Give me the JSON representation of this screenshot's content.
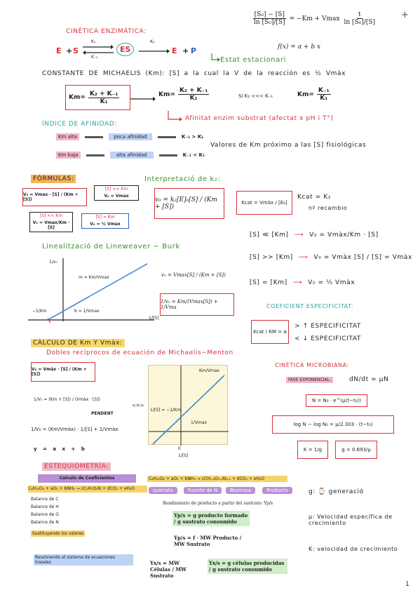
{
  "page_number": "1",
  "plus_symbol": "+",
  "cinetica": {
    "title": "CINÈTICA ENZIMÀTICA:",
    "reaction": {
      "e": "E",
      "plus1": "+",
      "s": "S",
      "es": "ES",
      "e2": "E",
      "plus2": "+",
      "p": "P",
      "k1": "K₁",
      "k_1": "K₋₁",
      "k2": "K₂"
    },
    "estat": "Estat estacionari",
    "top_eq_left": "[S₀] − [S]",
    "top_eq_left_den": "ln [S₀]/[S]",
    "top_eq_mid": "= −Km + Vmax",
    "top_eq_t": "t",
    "top_eq_t_den": "ln [S₀]/[S]",
    "fx": "f(x)  =  a  +  b  x"
  },
  "constante": {
    "text": "CONSTANTE DE MICHAELIS (Km): [S] a la cual la V de la reacción es ½ Vmàx",
    "km_box_lhs": "Km=",
    "km_box_num": "K₂ + K₋₁",
    "km_box_den": "K₁",
    "km2_lhs": "Km=",
    "km2_num": "K₂ + K₋₁",
    "km2_den": "K₁",
    "si": "Si K₂ <<<  K₋₁",
    "km3_lhs": "Km=",
    "km3_num": "K₋₁",
    "km3_den": "K₁",
    "afinitat": "Afinitat enzim substrat (afectat x pH i T°)"
  },
  "indice": {
    "title": "ÍNDICE DE AFINIDAD:",
    "row1_label": "Km alta",
    "row1_mid": "poca afinidad",
    "row1_right": "K₋₁ > K₁",
    "row2_label": "Km baja",
    "row2_mid": "alta afinidad",
    "row2_right": "K₋₁ < K₁",
    "valores": "Valores de Km próximo a las [S] fisiológicas"
  },
  "formulas": {
    "title": "FÓRMULAS:",
    "f1": "V₀ = Vmax · [S] / (Km + [S])",
    "f2_cond": "[S] >> Km",
    "f2": "V₀ = Vmax",
    "f3_cond": "[S] << Km",
    "f3": "V₀ = Vmax/Km · [S]",
    "f4_cond": "[S] = Km",
    "f4": "V₀ = ½ Vmax",
    "interpretacio": "Interpretació de k₂:",
    "v0_big": "v₀ = k₂[E]₀[S] / (Km + [S])",
    "kcat_box": "Kcat = Vmàx / [E₀]",
    "kcat_eq": "Kcat = K₂",
    "recambio": "nº recambio"
  },
  "lineweaver": {
    "title": "Linealització de Lineweaver − Burk",
    "yaxis": "1/v₀",
    "slope": "m = Km/Vmax",
    "intercept": "b = 1/Vmax",
    "xint": "−1/Km",
    "xaxis": "1/[S]",
    "eq1": "v₀ = Vmax[S] / (Km + [S])",
    "eq2": "1/v₀ = Km/(Vmax[S]) + 1/Vma"
  },
  "conditions": {
    "c1_lhs": "[S] ≪ [Km]",
    "c1_rhs": "V₀ = Vmàx/Km · [S]",
    "c2_lhs": "[S] >> [Km]",
    "c2_rhs": "V₀ = Vmàx [S] / [S] = Vmàx",
    "c3_lhs": "[S] = [Km]",
    "c3_rhs": "V₀ = ½ Vmàx",
    "coef_title": "COEFICIENT ESPECIFICITAT:",
    "coef_box": "Kcat / KM = α",
    "coef_up": "> ↑ ESPECIFICITAT",
    "coef_down": "< ↓ ESPECIFICITAT"
  },
  "calculo": {
    "title": "CÀLCULO DE Km Y Vmàx:",
    "dobles": "Dobles recíprocos de ecuación de Michaelis−Menton",
    "v0_box": "V₀ = Vmàx · [S] / (Km + [S])",
    "recip": "1/V₀ = (Km + [S]) / (Vmàx · [S])",
    "pendent": "PENDENT",
    "big_eq": "1/V₀ = (Km/Vmàx) · 1/[S] + 1/Vmàx",
    "yab": "y  =  a   x + b",
    "arrow_label": "<=>",
    "graph_slope": "Km/Vmax",
    "graph_xint": "1/[S] = −1/Km",
    "graph_yint": "1/Vmax",
    "graph_origin": "0",
    "graph_xaxis": "1/[S]"
  },
  "microbiana": {
    "title": "CINÈTICA MICROBIANA:",
    "fase": "FASE EXPONENCIAL:",
    "dn": "dN/dt = μN",
    "n_eq": "N = N₀ · e^(μ(t−t₀))",
    "log_eq": "log N − log N₀ = μ/2.303 · (t−t₀)",
    "k_eq": "K = 1/g",
    "g_eq": "g = 0.693/μ",
    "g_def": "g: ⌚ generació",
    "mu_def": "μ: Velocidad específica de crecimiento",
    "k_def": "K: velocidad de crecimiento"
  },
  "estequiometria": {
    "title": "ESTEQUIOMETRÍA:",
    "calc_header": "Calculo de Coeficientes",
    "reaction_row": "C₆H₁₂O₆ + aO₂ + bNH₃ → cC₅H₇O₂N + dCO₂ + eH₂O",
    "rows": [
      "Balance de C",
      "Balance de H",
      "Balance de O",
      "Balance de N"
    ],
    "note1": "Sustituyendo los valores",
    "note2": "Resolviendo el sistema de ecuaciones lineales",
    "chem_top": "C₆H₁₂O₆ + aO₂ + bNH₃ → cCH₁.₈O₀.₅N₀.₂ + dCO₂ + eH₂O",
    "tag_sustrato": "sustrato",
    "tag_fuente": "Fuente de N",
    "tag_biomasa": "Biomasa",
    "tag_producto": "Producto",
    "rendimiento": "Rendimiento de producto a partir del sustrato: Yp/s",
    "yps1": "Yp/s = g producto formado / g sustrato consumido",
    "yps2": "Yp/s = f · MW Producto / MW Sustrato",
    "yxs1": "Yx/s = MW Células / MW Sustrato",
    "yxs2": "Yx/s = g células producidas / g sustrato consumido"
  }
}
